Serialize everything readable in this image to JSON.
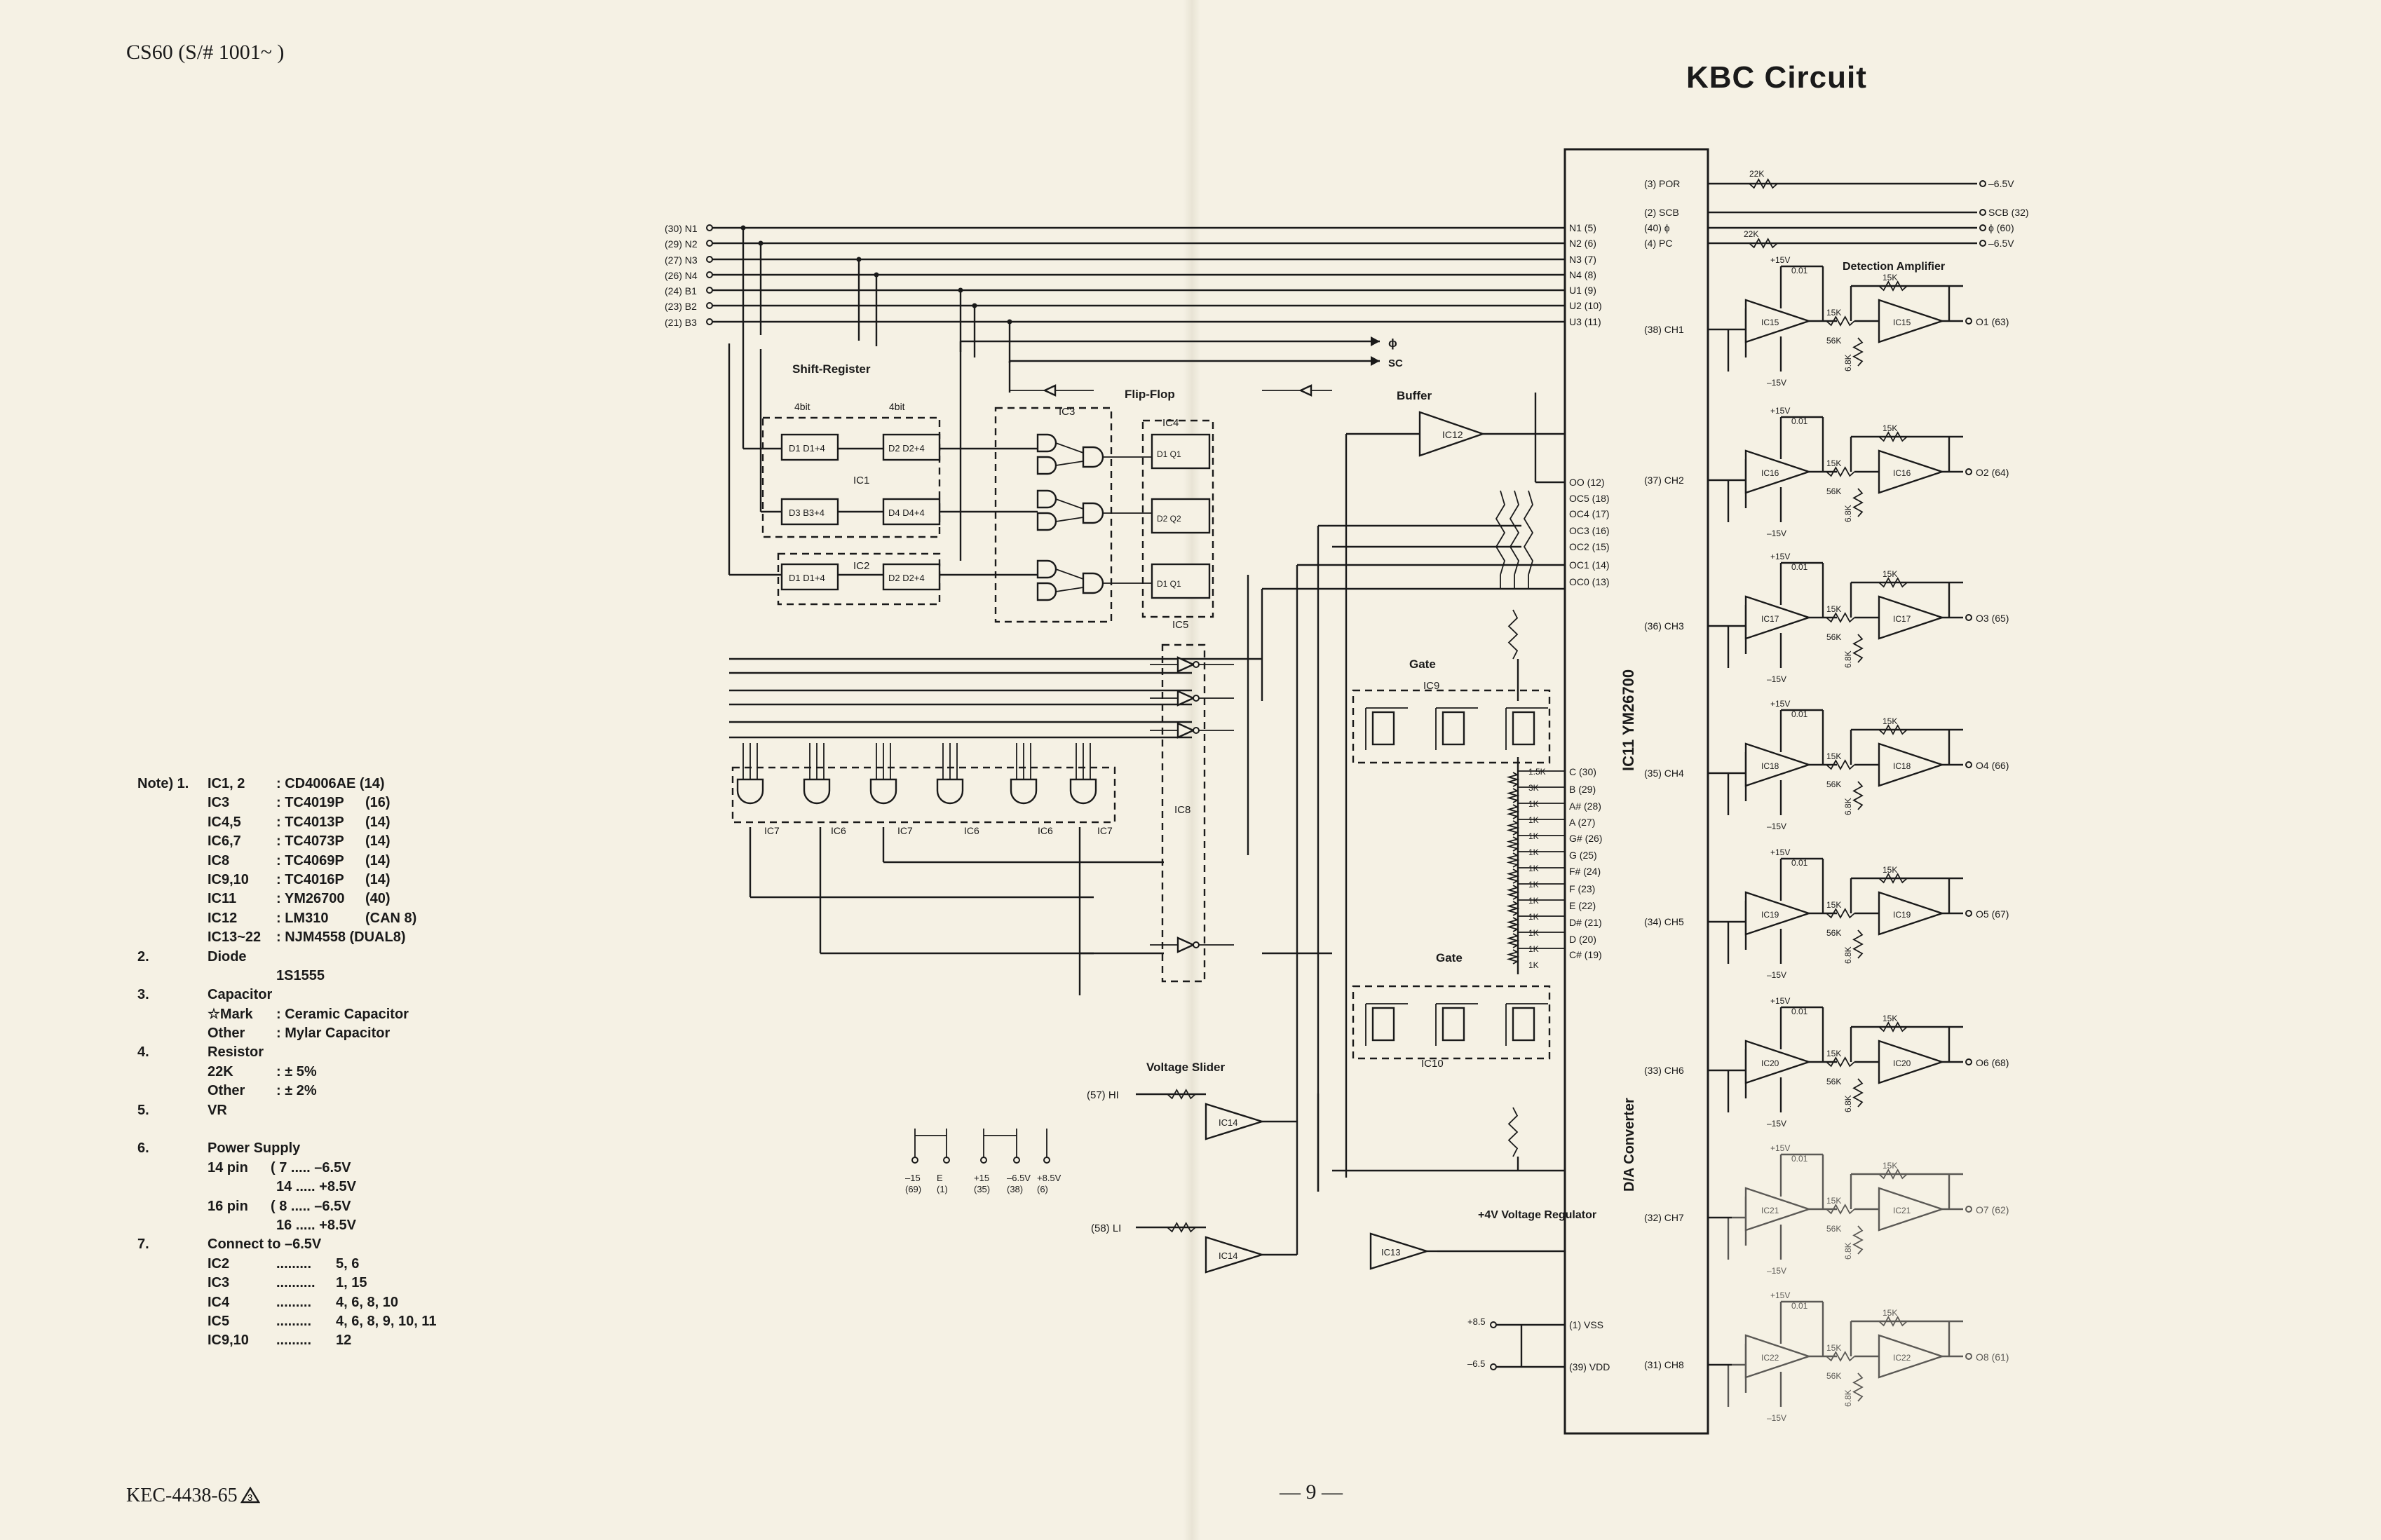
{
  "header": {
    "model": "CS60 (S/# 1001~ )",
    "title": "KBC  Circuit"
  },
  "footer": {
    "code": "KEC-4438-65",
    "page": "— 9 —"
  },
  "notes": {
    "rows": [
      [
        "Note) 1.",
        "IC1, 2",
        ": CD4006AE (14)",
        ""
      ],
      [
        "",
        "IC3",
        ": TC4019P",
        "(16)"
      ],
      [
        "",
        "IC4,5",
        ": TC4013P",
        "(14)"
      ],
      [
        "",
        "IC6,7",
        ": TC4073P",
        "(14)"
      ],
      [
        "",
        "IC8",
        ": TC4069P",
        "(14)"
      ],
      [
        "",
        "IC9,10",
        ": TC4016P",
        "(14)"
      ],
      [
        "",
        "IC11",
        ": YM26700",
        "(40)"
      ],
      [
        "",
        "IC12",
        ": LM310",
        "(CAN 8)"
      ],
      [
        "",
        "IC13~22",
        ": NJM4558 (DUAL8)",
        ""
      ],
      [
        "2.",
        "Diode",
        "",
        ""
      ],
      [
        "",
        "",
        "1S1555",
        ""
      ],
      [
        "3.",
        "Capacitor",
        "",
        ""
      ],
      [
        "",
        "☆Mark",
        ": Ceramic Capacitor",
        ""
      ],
      [
        "",
        "Other",
        ": Mylar Capacitor",
        ""
      ],
      [
        "4.",
        "Resistor",
        "",
        ""
      ],
      [
        "",
        "22K",
        ":  ± 5%",
        ""
      ],
      [
        "",
        "Other",
        ":  ± 2%",
        ""
      ],
      [
        "5.",
        "VR",
        "",
        ""
      ],
      [
        "",
        "",
        "",
        ""
      ],
      [
        "6.",
        "Power Supply",
        "",
        ""
      ],
      [
        "",
        "14 pin",
        "( 7 ..... –6.5V",
        ""
      ],
      [
        "",
        "",
        "  14 ..... +8.5V",
        ""
      ],
      [
        "",
        "16 pin",
        "( 8 ..... –6.5V",
        ""
      ],
      [
        "",
        "",
        "  16 ..... +8.5V",
        ""
      ],
      [
        "7.",
        "Connect to –6.5V",
        "",
        ""
      ],
      [
        "",
        "IC2",
        ".........",
        "5, 6"
      ],
      [
        "",
        "IC3",
        "..........",
        "1, 15"
      ],
      [
        "",
        "IC4",
        ".........",
        "4, 6, 8, 10"
      ],
      [
        "",
        "IC5",
        ".........",
        "4, 6, 8, 9, 10, 11"
      ],
      [
        "",
        "IC9,10",
        ".........",
        "12"
      ]
    ]
  },
  "inputs": [
    "(30) N1",
    "(29) N2",
    "(27) N3",
    "(26) N4",
    "(24) B1",
    "(23) B2",
    "(21) B3"
  ],
  "ic11_pins_left": [
    "N1 (5)",
    "N2 (6)",
    "N3 (7)",
    "N4 (8)",
    "U1 (9)",
    "U2 (10)",
    "U3 (11)",
    "OO (12)",
    "OC5 (18)",
    "OC4 (17)",
    "OC3 (16)",
    "OC2 (15)",
    "OC1 (14)",
    "OC0 (13)",
    "C (30)",
    "B (29)",
    "A# (28)",
    "A (27)",
    "G# (26)",
    "G (25)",
    "F# (24)",
    "F (23)",
    "E (22)",
    "D# (21)",
    "D (20)",
    "C# (19)",
    "(1) VSS",
    "(39) VDD"
  ],
  "ic11_pins_right": [
    "(3) POR",
    "(2) SCB",
    "(40) ϕ",
    "(4) PC",
    "(38) CH1",
    "(37) CH2",
    "(36) CH3",
    "(35) CH4",
    "(34) CH5",
    "(33) CH6",
    "(32) CH7",
    "(31) CH8"
  ],
  "ic11": {
    "name": "IC11  YM26700",
    "sub": "D/A Converter"
  },
  "right_outputs": [
    "–6.5V",
    "SCB (32)",
    "ϕ (60)",
    "–6.5V"
  ],
  "outputs": [
    "O1 (63)",
    "O2 (64)",
    "O3 (65)",
    "O4 (66)",
    "O5 (67)",
    "O6 (68)",
    "O7 (62)",
    "O8 (61)"
  ],
  "amp_ics": [
    "IC15",
    "IC16",
    "IC17",
    "IC18",
    "IC19",
    "IC20",
    "IC21",
    "IC22"
  ],
  "labels": {
    "detection": "Detection Amplifier",
    "shift": "Shift-Register",
    "flipflop": "Flip-Flop",
    "buffer": "Buffer",
    "gate": "Gate",
    "voltage_slider": "Voltage Slider",
    "regulator": "+4V\nVoltage\nRegulator",
    "phi": "ϕ",
    "sc": "SC",
    "hi": "(57) HI",
    "li": "(58) LI",
    "vss_in": "+8.5",
    "vdd_in": "–6.5",
    "bits": "4bit",
    "r22k": "22K",
    "r15k": "15K",
    "r56k": "56K",
    "r68k": "6.8K",
    "c001": "0.01",
    "m15": "–15V",
    "p15": "+15V"
  },
  "supplies": [
    "–15\n(69)",
    "E\n(1)",
    "+15\n(35)",
    "–6.5V\n(38)",
    "+8.5V\n(6)"
  ],
  "ic_names": [
    "IC1",
    "IC2",
    "IC3",
    "IC4",
    "IC5",
    "IC6",
    "IC7",
    "IC8",
    "IC9",
    "IC10",
    "IC12",
    "IC13",
    "IC14"
  ]
}
